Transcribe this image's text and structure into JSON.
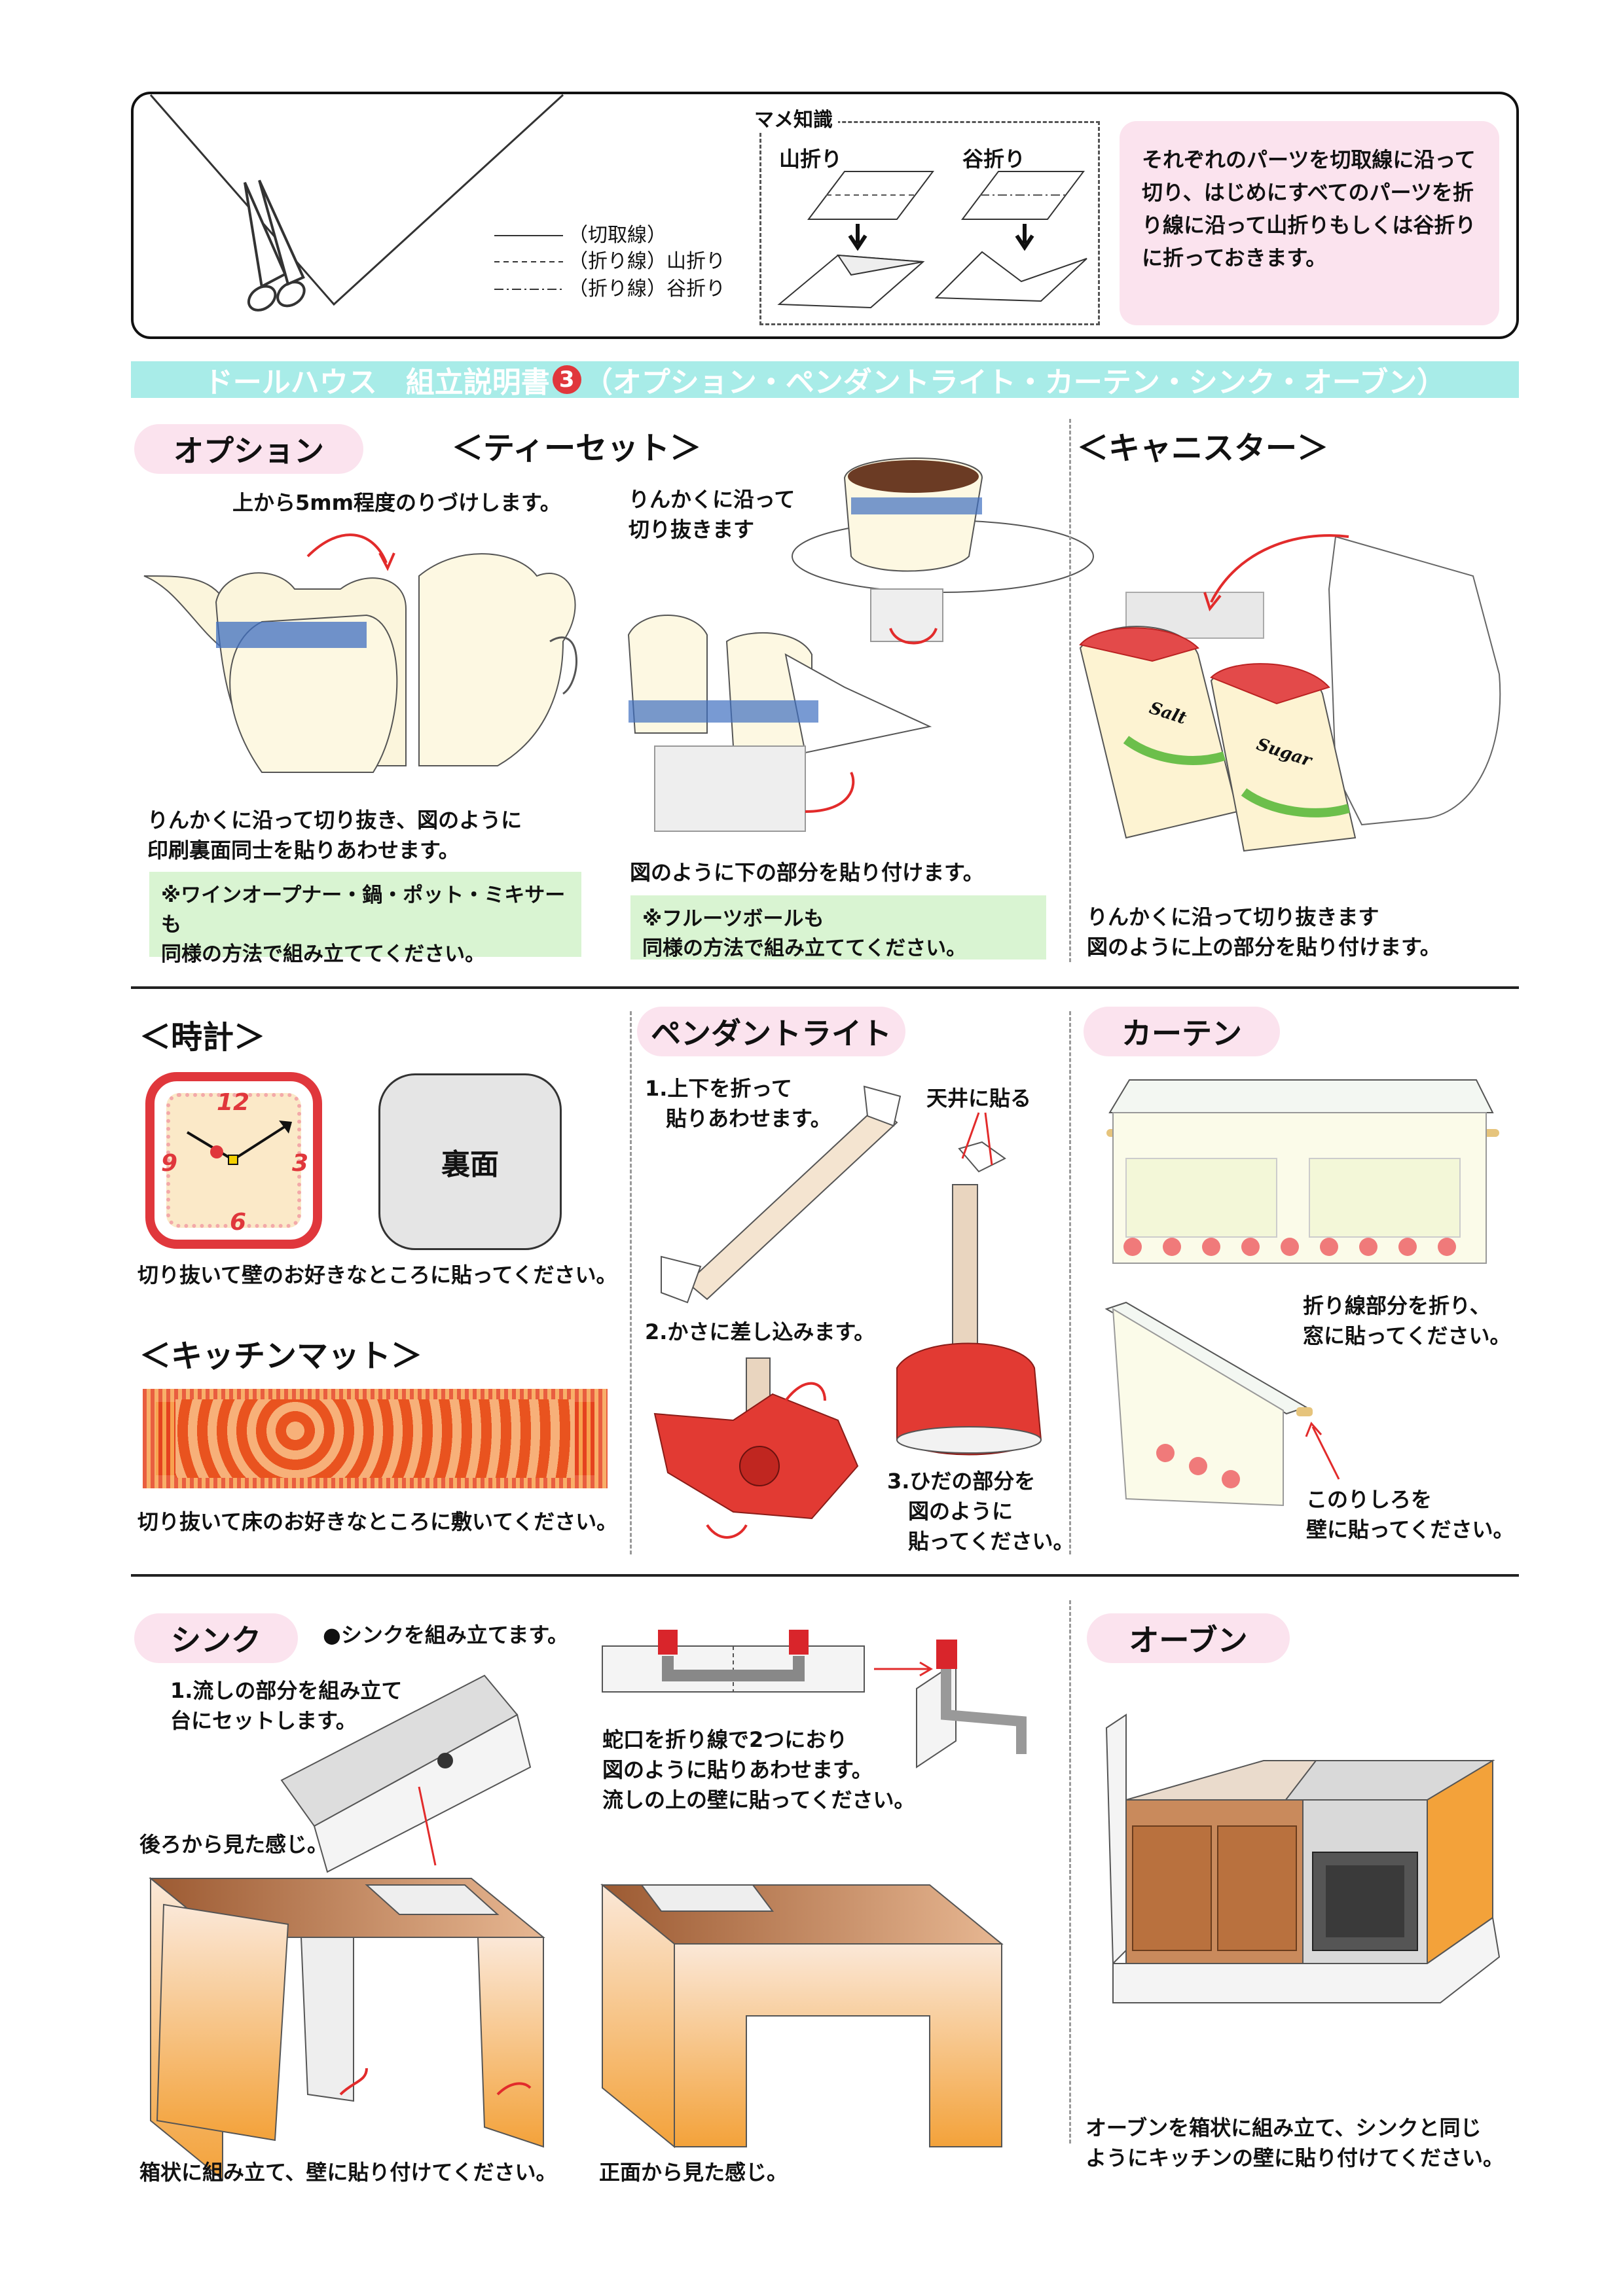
{
  "legend": {
    "cut_line": "（切取線）",
    "mountain_line": "（折り線）山折り",
    "valley_line": "（折り線）谷折り"
  },
  "tips": {
    "title": "マメ知識",
    "mountain": "山折り",
    "valley": "谷折り"
  },
  "intro_text": "それぞれのパーツを切取線に沿って切り、はじめにすべてのパーツを折り線に沿って山折りもしくは谷折りに折っておきます。",
  "banner": {
    "prefix": "ドールハウス　組立説明書",
    "number": "3",
    "suffix": "（オプション・ペンダントライト・カーテン・シンク・オーブン）"
  },
  "option": {
    "label": "オプション",
    "teaset_title": "＜ティーセット＞",
    "glue_top": "上から5mm程度のりづけします。",
    "cut_outline": "りんかくに沿って\n切り抜きます",
    "teapot_text": "りんかくに沿って切り抜き、図のように\n印刷裏面同士を貼りあわせます。",
    "teapot_note": "※ワインオープナー・鍋・ポット・ミキサーも\n同様の方法で組み立ててください。",
    "bottom_glue": "図のように下の部分を貼り付けます。",
    "fruit_note": "※フルーツボールも\n同様の方法で組み立ててください。"
  },
  "canister": {
    "title": "＜キャニスター＞",
    "salt": "Salt",
    "sugar": "Sugar",
    "text": "りんかくに沿って切り抜きます\n図のように上の部分を貼り付けます。"
  },
  "clock": {
    "title": "＜時計＞",
    "n12": "12",
    "n3": "3",
    "n6": "6",
    "n9": "9",
    "back": "裏面",
    "text": "切り抜いて壁のお好きなところに貼ってください。"
  },
  "mat": {
    "title": "＜キッチンマット＞",
    "text": "切り抜いて床のお好きなところに敷いてください。"
  },
  "pendant": {
    "label": "ペンダントライト",
    "step1": "1.上下を折って\n　貼りあわせます。",
    "ceiling": "天井に貼る",
    "step2": "2.かさに差し込みます。",
    "step3": "3.ひだの部分を\n　図のように\n　貼ってください。"
  },
  "curtain": {
    "label": "カーテン",
    "fold_text": "折り線部分を折り、\n窓に貼ってください。",
    "margin_text": "このりしろを\n壁に貼ってください。"
  },
  "sink": {
    "label": "シンク",
    "bullet": "●シンクを組み立てます。",
    "step1": "1.流しの部分を組み立て\n台にセットします。",
    "faucet": "蛇口を折り線で2つにおり\n図のように貼りあわせます。\n流しの上の壁に貼ってください。",
    "back_view": "後ろから見た感じ。",
    "box_text": "箱状に組み立て、壁に貼り付けてください。",
    "front_view": "正面から見た感じ。"
  },
  "oven": {
    "label": "オーブン",
    "text": "オーブンを箱状に組み立て、シンクと同じ\nようにキッチンの壁に貼り付けてください。"
  },
  "colors": {
    "banner_bg": "#a8ece8",
    "pill_bg": "#fbe3ee",
    "note_bg": "#d9f4d2",
    "intro_bg": "#fbe3ee",
    "red": "#d9252b",
    "arrow_red": "#e22b2b"
  }
}
